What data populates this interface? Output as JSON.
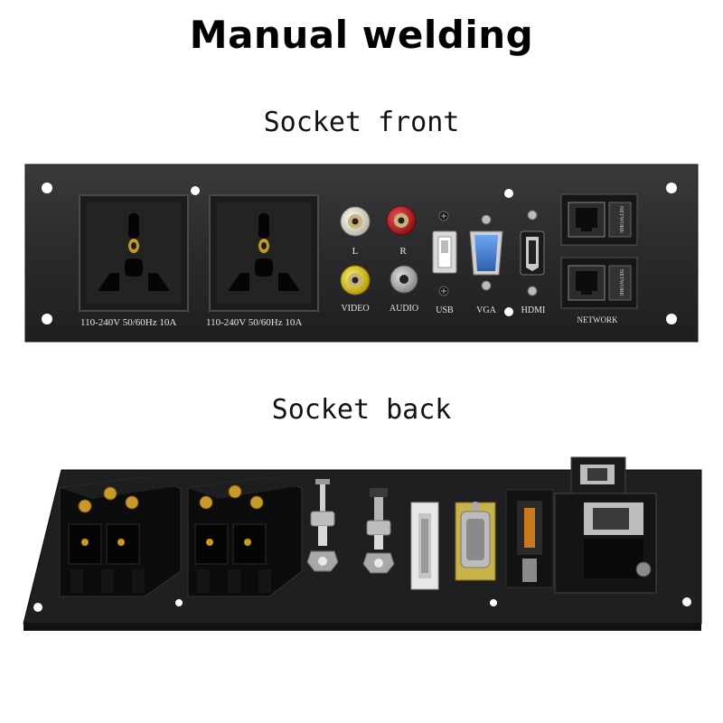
{
  "title": "Manual welding",
  "sections": {
    "front_label": "Socket front",
    "back_label": "Socket back"
  },
  "front_panel": {
    "power_rating_1": "110-240V 50/60Hz 10A",
    "power_rating_2": "110-240V 50/60Hz 10A",
    "labels": {
      "l": "L",
      "r": "R",
      "video": "VIDEO",
      "audio": "AUDIO",
      "usb": "USB",
      "vga": "VGA",
      "hdmi": "HDMI",
      "network": "NETWORK",
      "network_port": "NETWORK"
    }
  },
  "colors": {
    "panel": "#2a2a2c",
    "rca_white": "#e8e4da",
    "rca_red": "#c8232b",
    "rca_yellow": "#e6d21a",
    "vga_blue": "#3f7ed0",
    "brass": "#c89a2a"
  }
}
